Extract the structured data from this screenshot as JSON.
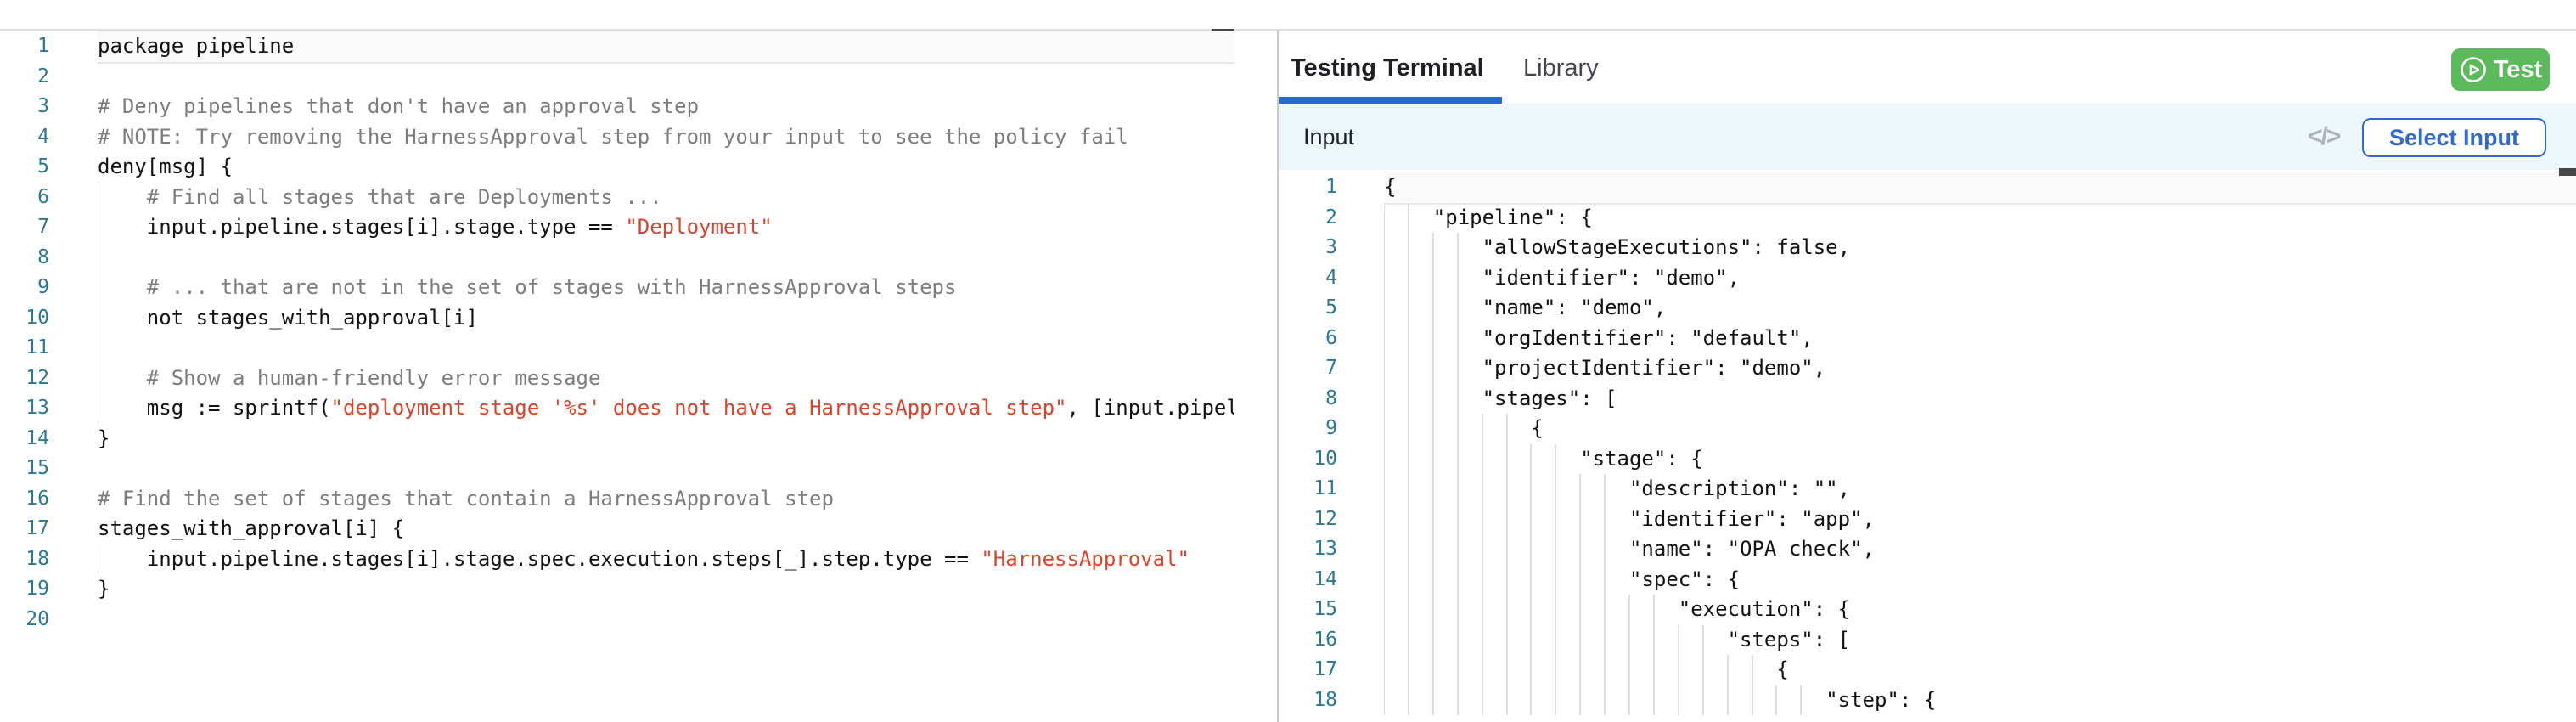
{
  "colors": {
    "accent_blue": "#2a68d9",
    "button_blue": "#2f6ad4",
    "test_green": "#5cba5c",
    "line_number": "#2b7a95",
    "comment": "#7d7d7d",
    "string_red": "#d9442d",
    "input_bar_bg": "#edf8fd"
  },
  "right_panel": {
    "tabs": [
      {
        "label": "Testing Terminal",
        "active": true
      },
      {
        "label": "Library",
        "active": false
      }
    ],
    "test_button_label": "Test",
    "input_section": {
      "title": "Input",
      "code_icon": "</>",
      "select_input_label": "Select Input"
    }
  },
  "left_editor": {
    "language": "rego",
    "current_line": 1,
    "guide_step": 4,
    "lines": [
      {
        "segs": [
          [
            "package pipeline",
            "code"
          ]
        ]
      },
      {
        "segs": []
      },
      {
        "segs": [
          [
            "# Deny pipelines that don't have an approval step",
            "comment"
          ]
        ]
      },
      {
        "segs": [
          [
            "# NOTE: Try removing the HarnessApproval step from your input to see the policy fail",
            "comment"
          ]
        ]
      },
      {
        "segs": [
          [
            "deny[msg] {",
            "code"
          ]
        ]
      },
      {
        "segs": [
          [
            "    ",
            "code"
          ],
          [
            "# Find all stages that are Deployments ...",
            "comment"
          ]
        ]
      },
      {
        "segs": [
          [
            "    input.pipeline.stages[i].stage.type == ",
            "code"
          ],
          [
            "\"Deployment\"",
            "string"
          ]
        ]
      },
      {
        "segs": [],
        "guides": [
          0
        ]
      },
      {
        "segs": [
          [
            "    ",
            "code"
          ],
          [
            "# ... that are not in the set of stages with HarnessApproval steps",
            "comment"
          ]
        ]
      },
      {
        "segs": [
          [
            "    not stages_with_approval[i]",
            "code"
          ]
        ]
      },
      {
        "segs": [],
        "guides": [
          0
        ]
      },
      {
        "segs": [
          [
            "    ",
            "code"
          ],
          [
            "# Show a human-friendly error message",
            "comment"
          ]
        ]
      },
      {
        "segs": [
          [
            "    msg := sprintf(",
            "code"
          ],
          [
            "\"deployment stage '%s' does not have a HarnessApproval step\"",
            "string"
          ],
          [
            ", [input.pipel",
            "code"
          ]
        ]
      },
      {
        "segs": [
          [
            "}",
            "code"
          ]
        ]
      },
      {
        "segs": []
      },
      {
        "segs": [
          [
            "# Find the set of stages that contain a HarnessApproval step",
            "comment"
          ]
        ]
      },
      {
        "segs": [
          [
            "stages_with_approval[i] {",
            "code"
          ]
        ]
      },
      {
        "segs": [
          [
            "    input.pipeline.stages[i].stage.spec.execution.steps[_].step.type == ",
            "code"
          ],
          [
            "\"HarnessApproval\"",
            "string"
          ]
        ]
      },
      {
        "segs": [
          [
            "}",
            "code"
          ]
        ]
      },
      {
        "segs": []
      }
    ]
  },
  "right_editor": {
    "language": "json",
    "current_line": 1,
    "guide_step": 2,
    "cursor": {
      "line": 1,
      "col": 0
    },
    "lines": [
      {
        "segs": [
          [
            "{",
            "code"
          ]
        ]
      },
      {
        "segs": [
          [
            "    \"pipeline\": {",
            "code"
          ]
        ]
      },
      {
        "segs": [
          [
            "        \"allowStageExecutions\": false,",
            "code"
          ]
        ]
      },
      {
        "segs": [
          [
            "        \"identifier\": \"demo\",",
            "code"
          ]
        ]
      },
      {
        "segs": [
          [
            "        \"name\": \"demo\",",
            "code"
          ]
        ]
      },
      {
        "segs": [
          [
            "        \"orgIdentifier\": \"default\",",
            "code"
          ]
        ]
      },
      {
        "segs": [
          [
            "        \"projectIdentifier\": \"demo\",",
            "code"
          ]
        ]
      },
      {
        "segs": [
          [
            "        \"stages\": [",
            "code"
          ]
        ]
      },
      {
        "segs": [
          [
            "            {",
            "code"
          ]
        ]
      },
      {
        "segs": [
          [
            "                \"stage\": {",
            "code"
          ]
        ]
      },
      {
        "segs": [
          [
            "                    \"description\": \"\",",
            "code"
          ]
        ]
      },
      {
        "segs": [
          [
            "                    \"identifier\": \"app\",",
            "code"
          ]
        ]
      },
      {
        "segs": [
          [
            "                    \"name\": \"OPA check\",",
            "code"
          ]
        ]
      },
      {
        "segs": [
          [
            "                    \"spec\": {",
            "code"
          ]
        ]
      },
      {
        "segs": [
          [
            "                        \"execution\": {",
            "code"
          ]
        ]
      },
      {
        "segs": [
          [
            "                            \"steps\": [",
            "code"
          ]
        ]
      },
      {
        "segs": [
          [
            "                                {",
            "code"
          ]
        ]
      },
      {
        "segs": [
          [
            "                                    \"step\": {",
            "code"
          ]
        ]
      }
    ]
  }
}
